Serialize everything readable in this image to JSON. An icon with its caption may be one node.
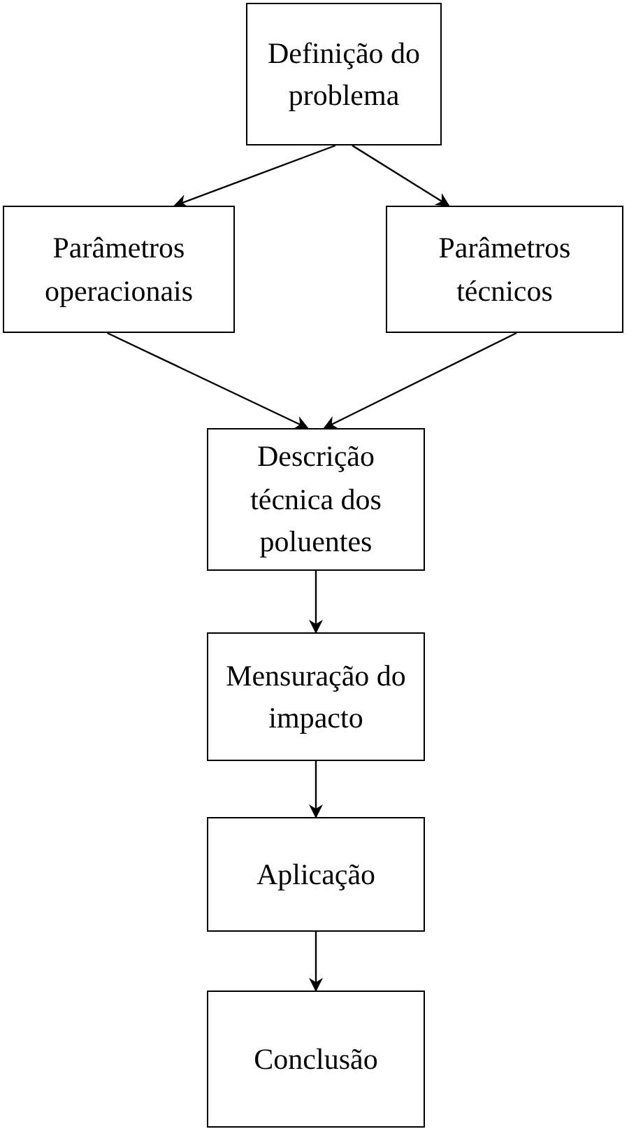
{
  "diagram": {
    "nodes": [
      {
        "text": [
          "Definição do problema"
        ]
      },
      {
        "text": [
          "Parâmetros operacionais"
        ]
      },
      {
        "text": [
          "Parâmetros técnicos"
        ]
      },
      {
        "text": [
          "Descrição técnica dos poluentes"
        ]
      },
      {
        "text": [
          "Mensuração do impacto"
        ]
      },
      {
        "text": [
          "Aplicação"
        ]
      },
      {
        "text": [
          "Conclusão"
        ]
      }
    ],
    "edges": [
      {
        "from": 0,
        "to": 1,
        "arrow": "to"
      },
      {
        "from": 0,
        "to": 2,
        "arrow": "to"
      },
      {
        "from": 1,
        "to": 3,
        "arrow": "to"
      },
      {
        "from": 2,
        "to": 3,
        "arrow": "to"
      },
      {
        "from": 3,
        "to": 4,
        "arrow": "to"
      },
      {
        "from": 4,
        "to": 5,
        "arrow": "to"
      },
      {
        "from": 5,
        "to": 6,
        "arrow": "to"
      }
    ]
  }
}
